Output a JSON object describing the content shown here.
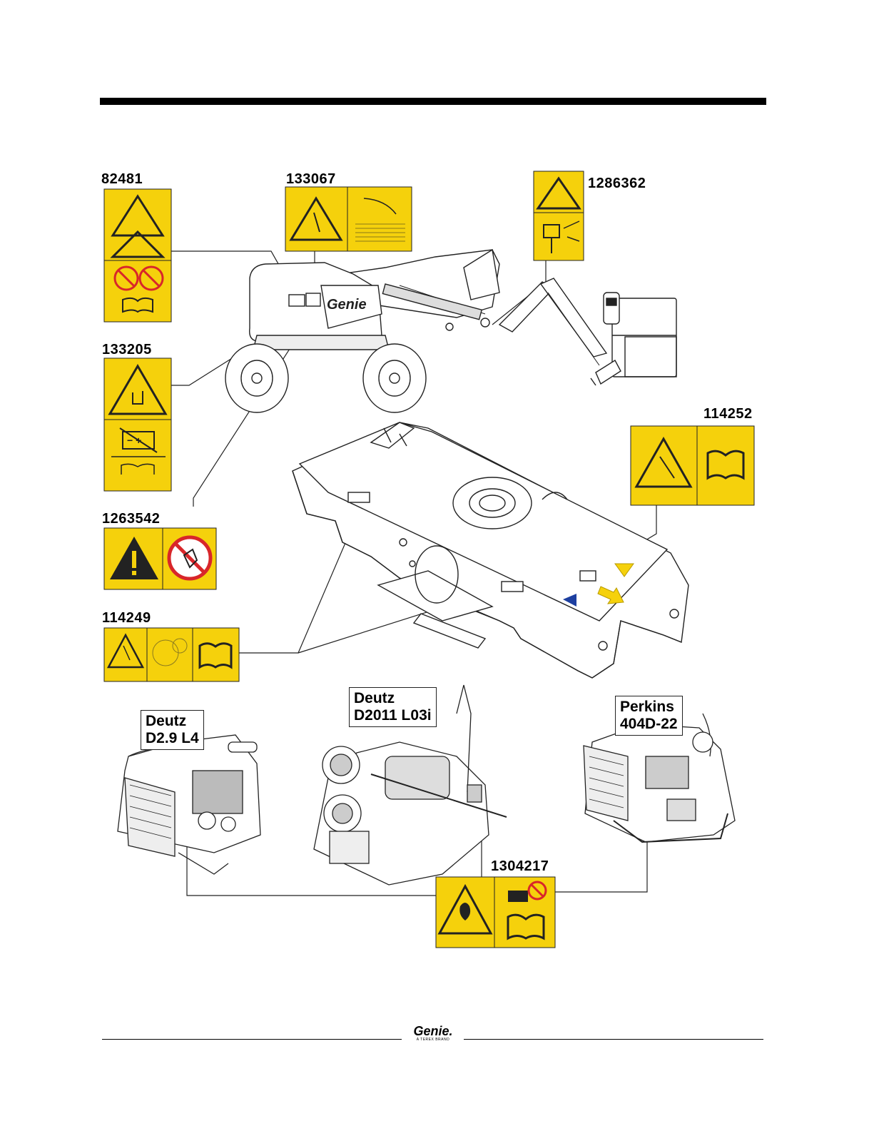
{
  "decals": [
    {
      "part_number": "82481"
    },
    {
      "part_number": "133067"
    },
    {
      "part_number": "1286362"
    },
    {
      "part_number": "133205"
    },
    {
      "part_number": "114252"
    },
    {
      "part_number": "1263542"
    },
    {
      "part_number": "114249"
    },
    {
      "part_number": "1304217"
    }
  ],
  "engines": [
    {
      "line1": "Deutz",
      "line2": "D2.9 L4"
    },
    {
      "line1": "Deutz",
      "line2": "D2011 L03i"
    },
    {
      "line1": "Perkins",
      "line2": "404D-22"
    }
  ],
  "machine": {
    "brand_text": "Genie"
  },
  "footer": {
    "logo": "Genie.",
    "logo_sub": "A TEREX BRAND"
  },
  "colors": {
    "decal_yellow": "#f5d10c",
    "line": "#222222",
    "arrow_blue": "#1d3fa0",
    "arrow_yellow": "#f5d10c",
    "prohibit_red": "#d8262a"
  }
}
